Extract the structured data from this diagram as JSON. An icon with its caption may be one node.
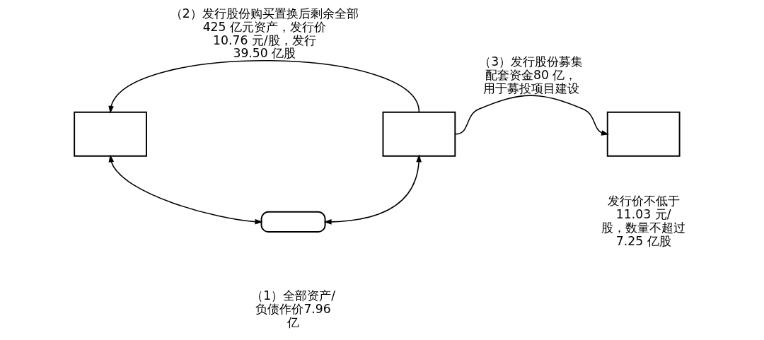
{
  "diagram": {
    "nodes": [
      {
        "text": [],
        "shape": "box"
      },
      {
        "text": [],
        "shape": "box"
      },
      {
        "text": [],
        "shape": "box"
      },
      {
        "text": [],
        "shape": "oval"
      }
    ],
    "edges": [
      {
        "from": 1,
        "to": 0,
        "arrow": "to",
        "label": "（2）发行股份购买置换后剩余全部 425 亿元资产，发行价 10.76 元/股，发行 39.50 亿股"
      },
      {
        "from": 1,
        "to": 2,
        "arrow": "to",
        "label": "（3）发行股份募集配套资金80 亿，用于募投项目建设"
      },
      {
        "from": 0,
        "to": 3,
        "arrow": "both"
      },
      {
        "from": 3,
        "to": 1,
        "arrow": "both"
      }
    ],
    "labels": [
      "（1）全部资产/负债作价7.96 亿",
      "发行价不低于 11.03 元/股，数量不超过 7.25 亿股"
    ]
  }
}
